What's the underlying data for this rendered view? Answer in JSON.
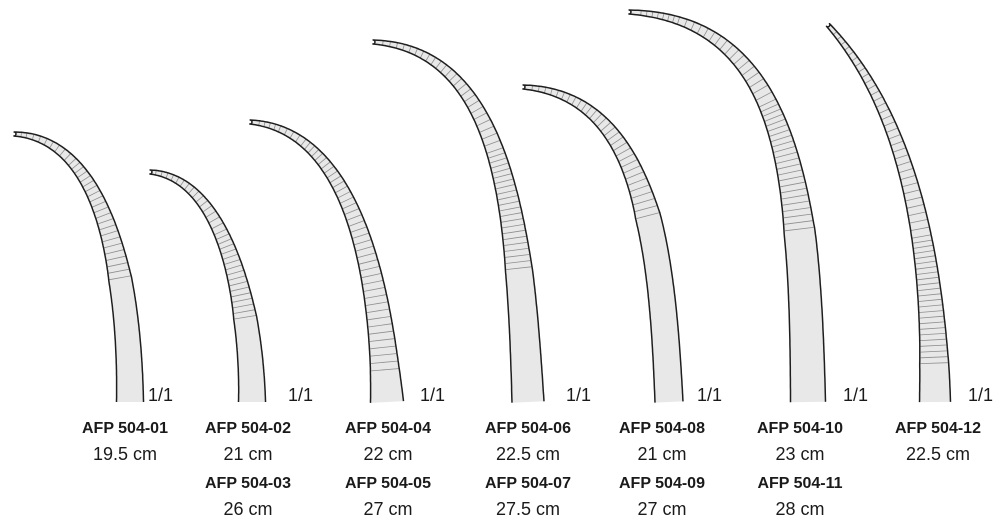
{
  "colors": {
    "outline": "#1e1e1e",
    "fill": "#e8e8e8",
    "serration": "#8e8e8e",
    "text": "#1a1a1a"
  },
  "instruments": [
    {
      "scale": "1/1",
      "labels": [
        {
          "code": "AFP 504-01",
          "size": "19.5 cm"
        }
      ]
    },
    {
      "scale": "1/1",
      "labels": [
        {
          "code": "AFP 504-02",
          "size": "21 cm"
        },
        {
          "code": "AFP 504-03",
          "size": "26 cm"
        }
      ]
    },
    {
      "scale": "1/1",
      "labels": [
        {
          "code": "AFP 504-04",
          "size": "22 cm"
        },
        {
          "code": "AFP 504-05",
          "size": "27 cm"
        }
      ]
    },
    {
      "scale": "1/1",
      "labels": [
        {
          "code": "AFP 504-06",
          "size": "22.5 cm"
        },
        {
          "code": "AFP 504-07",
          "size": "27.5 cm"
        }
      ]
    },
    {
      "scale": "1/1",
      "labels": [
        {
          "code": "AFP 504-08",
          "size": "21 cm"
        },
        {
          "code": "AFP 504-09",
          "size": "27 cm"
        }
      ]
    },
    {
      "scale": "1/1",
      "labels": [
        {
          "code": "AFP 504-10",
          "size": "23 cm"
        },
        {
          "code": "AFP 504-11",
          "size": "28 cm"
        }
      ]
    },
    {
      "scale": "1/1",
      "labels": [
        {
          "code": "AFP 504-12",
          "size": "22.5 cm"
        }
      ]
    }
  ]
}
